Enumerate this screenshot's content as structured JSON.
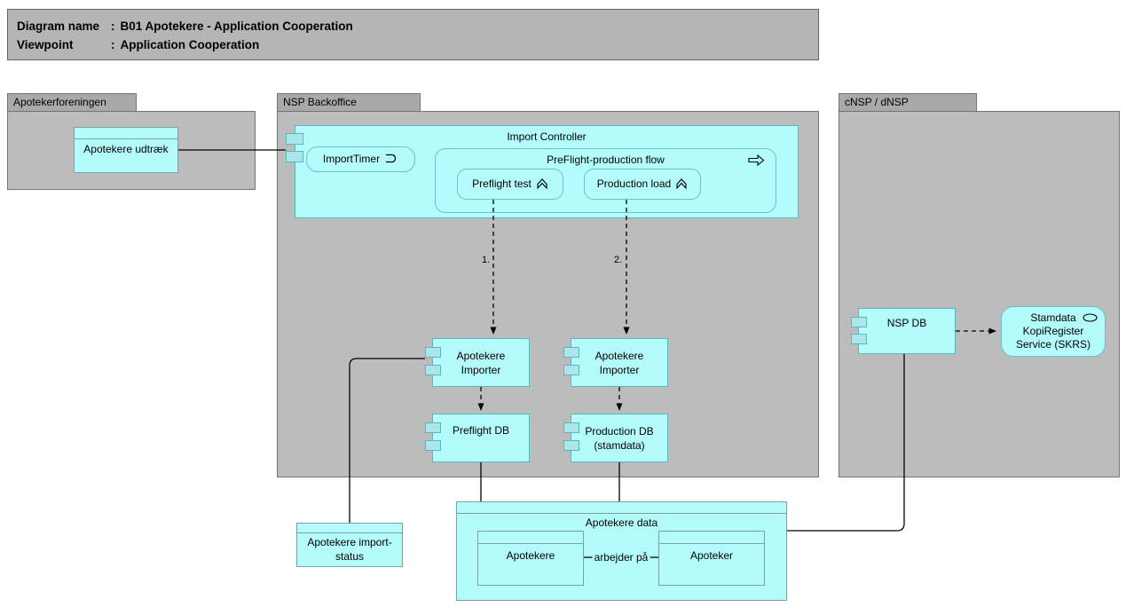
{
  "title_box": {
    "separator": ":",
    "rows": [
      {
        "label": "Diagram name",
        "value": "B01 Apotekere - Application Cooperation"
      },
      {
        "label": "Viewpoint",
        "value": "Application Cooperation"
      }
    ]
  },
  "groups": {
    "apotekerforeningen": {
      "label": "Apotekerforeningen"
    },
    "nsp_backoffice": {
      "label": "NSP Backoffice"
    },
    "cnsp": {
      "label": "cNSP / dNSP"
    }
  },
  "nodes": {
    "apotekere_udtraek": {
      "label": "Apotekere udtræk"
    },
    "import_controller": {
      "label": "Import Controller"
    },
    "import_timer": {
      "label": "ImportTimer"
    },
    "flow": {
      "label": "PreFlight-production flow"
    },
    "preflight_test": {
      "label": "Preflight test"
    },
    "production_load": {
      "label": "Production load"
    },
    "importer1": {
      "line1": "Apotekere",
      "line2": "Importer"
    },
    "importer2": {
      "line1": "Apotekere",
      "line2": "Importer"
    },
    "preflight_db": {
      "label": "Preflight DB"
    },
    "production_db": {
      "line1": "Production DB",
      "line2": "(stamdata)"
    },
    "apotekere_data": {
      "label": "Apotekere data"
    },
    "apotekere_obj": {
      "label": "Apotekere"
    },
    "apoteker_obj": {
      "label": "Apoteker"
    },
    "import_status": {
      "line1": "Apotekere import-",
      "line2": "status"
    },
    "nsp_db": {
      "label": "NSP DB"
    },
    "skrs": {
      "line1": "Stamdata",
      "line2": "KopiRegister",
      "line3": "Service (SKRS)"
    }
  },
  "edges": {
    "step1": "1.",
    "step2": "2.",
    "arbejder_paa": "arbejder på"
  },
  "colors": {
    "element_fill": "#b4fbfb",
    "group_fill": "#bcbcbc",
    "group_tab_fill": "#a9a9a9",
    "title_fill": "#b5b5b5",
    "element_border": "#58b6c0",
    "line": "#000000"
  }
}
